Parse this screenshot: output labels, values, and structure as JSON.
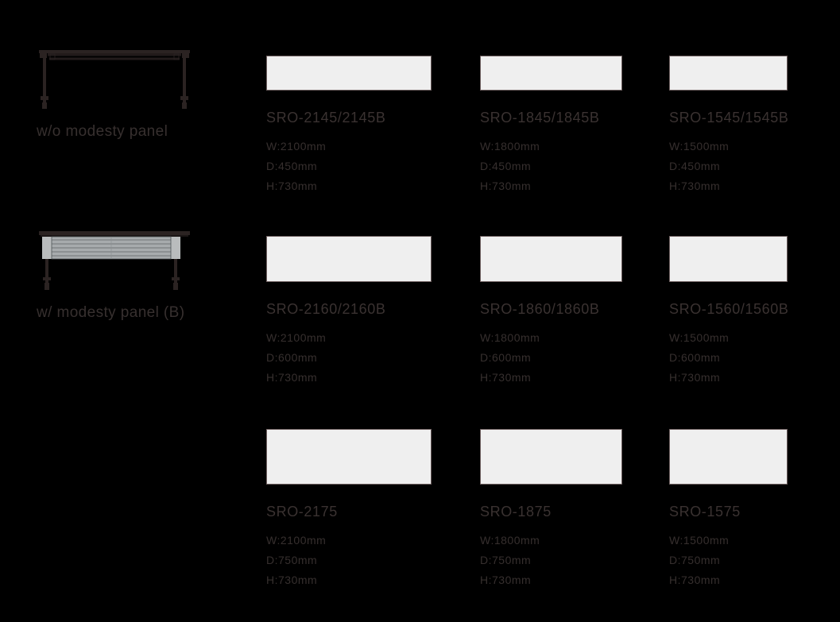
{
  "background_color": "#000000",
  "text_color": "#3a3231",
  "swatch_color": "#efefef",
  "swatch_border_color": "#6d5f5f",
  "variants": [
    {
      "caption": "w/o modesty panel",
      "icon": "desk-without-modesty-panel-icon"
    },
    {
      "caption": "w/ modesty panel (B)",
      "icon": "desk-with-modesty-panel-icon"
    }
  ],
  "products": [
    {
      "row": 1,
      "col": 1,
      "name": "SRO-2145/2145B",
      "width": "W:2100mm",
      "depth": "D:450mm",
      "height": "H:730mm"
    },
    {
      "row": 1,
      "col": 2,
      "name": "SRO-1845/1845B",
      "width": "W:1800mm",
      "depth": "D:450mm",
      "height": "H:730mm"
    },
    {
      "row": 1,
      "col": 3,
      "name": "SRO-1545/1545B",
      "width": "W:1500mm",
      "depth": "D:450mm",
      "height": "H:730mm"
    },
    {
      "row": 2,
      "col": 1,
      "name": "SRO-2160/2160B",
      "width": "W:2100mm",
      "depth": "D:600mm",
      "height": "H:730mm"
    },
    {
      "row": 2,
      "col": 2,
      "name": "SRO-1860/1860B",
      "width": "W:1800mm",
      "depth": "D:600mm",
      "height": "H:730mm"
    },
    {
      "row": 2,
      "col": 3,
      "name": "SRO-1560/1560B",
      "width": "W:1500mm",
      "depth": "D:600mm",
      "height": "H:730mm"
    },
    {
      "row": 3,
      "col": 1,
      "name": "SRO-2175",
      "width": "W:2100mm",
      "depth": "D:750mm",
      "height": "H:730mm"
    },
    {
      "row": 3,
      "col": 2,
      "name": "SRO-1875",
      "width": "W:1800mm",
      "depth": "D:750mm",
      "height": "H:730mm"
    },
    {
      "row": 3,
      "col": 3,
      "name": "SRO-1575",
      "width": "W:1500mm",
      "depth": "D:750mm",
      "height": "H:730mm"
    }
  ]
}
